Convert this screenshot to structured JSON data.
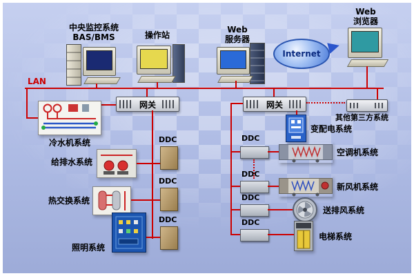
{
  "lan": {
    "label": "LAN"
  },
  "computers": {
    "central": {
      "label1": "中央监控系统",
      "label2": "BAS/BMS"
    },
    "operator": {
      "label": "操作站"
    },
    "webserver": {
      "label1": "Web",
      "label2": "服务器"
    },
    "browser": {
      "label1": "Web",
      "label2": "浏览器"
    }
  },
  "internet": {
    "label": "Internet"
  },
  "gateways": {
    "left": "网关",
    "right": "网关"
  },
  "ddc": {
    "label": "DDC"
  },
  "left_systems": {
    "chiller": "冷水机系统",
    "water_supply": "给排水系统",
    "heat_exchange": "热交换系统",
    "lighting": "照明系统"
  },
  "right_systems": {
    "third_party": "其他第三方系统",
    "power_distribution": "变配电系统",
    "air_conditioning": "空调机系统",
    "fresh_air": "新风机系统",
    "exhaust": "送排风系统",
    "elevator": "电梯系统"
  },
  "colors": {
    "line": "#cc0000",
    "background": "#aebbe4",
    "accent_blue": "#2a62c8"
  }
}
